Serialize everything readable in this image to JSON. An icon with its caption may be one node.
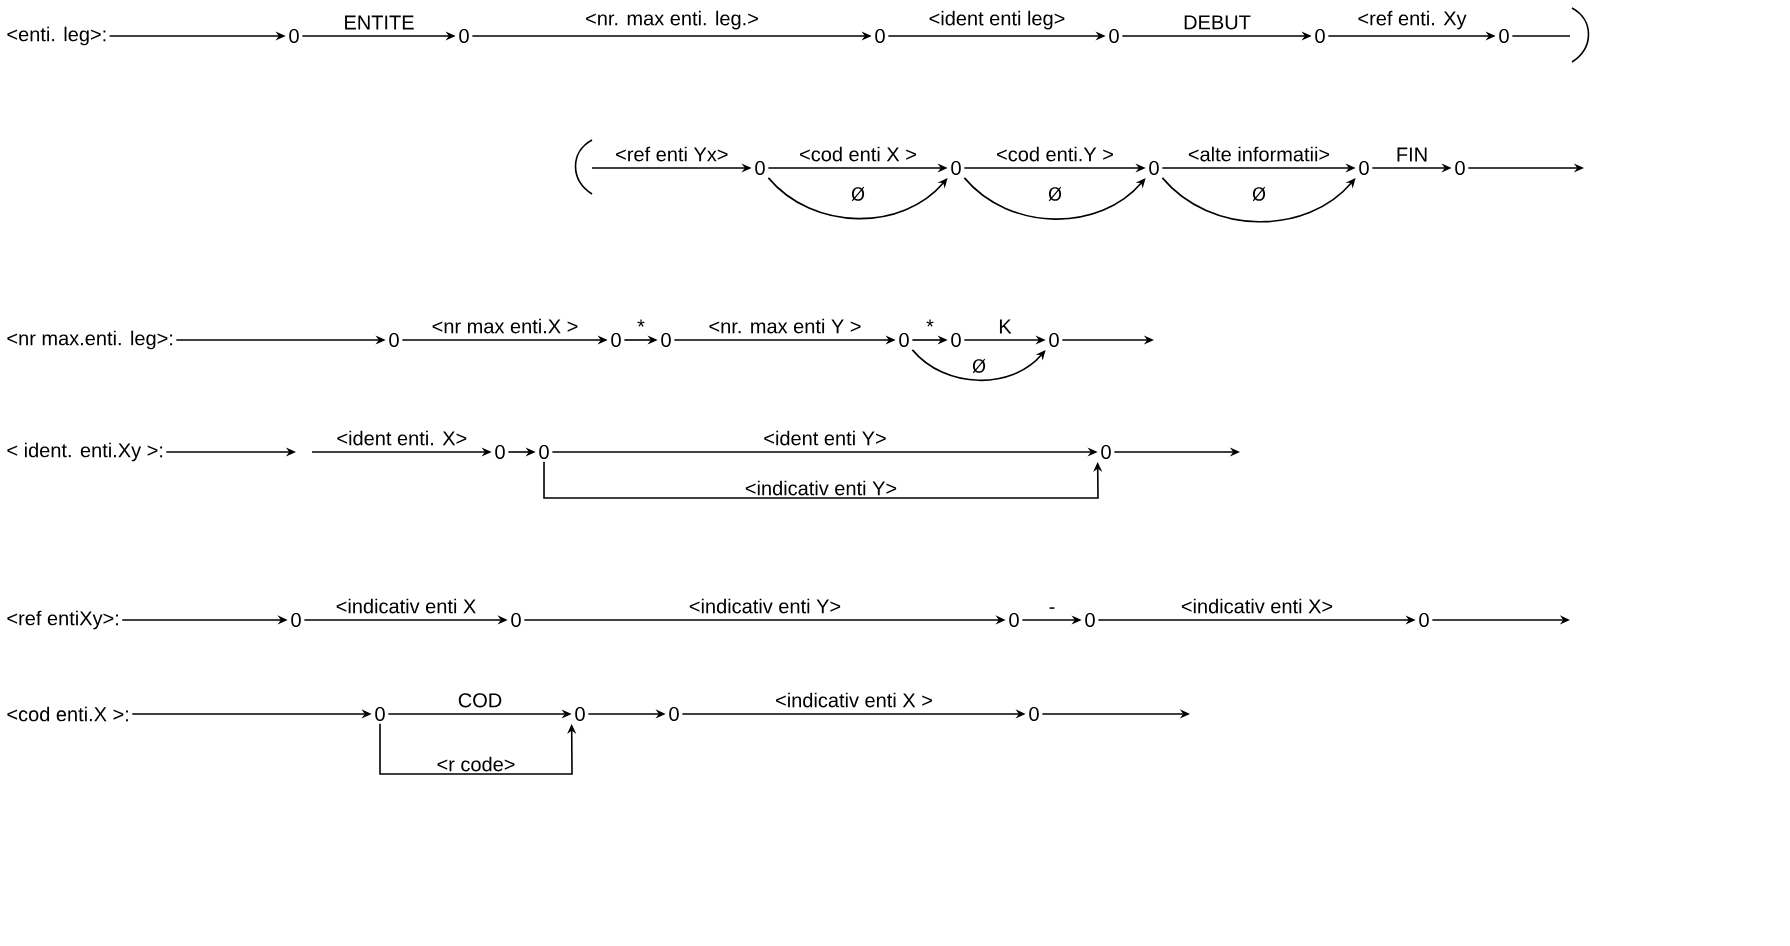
{
  "diagram": {
    "nodes": [
      {
        "text": [
          "<enti. leg>:"
        ]
      },
      {
        "text": [
          "0"
        ]
      },
      {
        "text": [
          "0"
        ]
      },
      {
        "text": [
          "0"
        ]
      },
      {
        "text": [
          "0"
        ]
      },
      {
        "text": [
          "0"
        ]
      },
      {
        "text": [
          "0"
        ]
      },
      {
        "text": [
          "0"
        ]
      },
      {
        "text": [
          "0"
        ]
      },
      {
        "text": [
          "0"
        ]
      },
      {
        "text": [
          "0"
        ]
      },
      {
        "text": [
          "0"
        ]
      },
      {
        "text": [
          "<nr max.enti. leg>:"
        ]
      },
      {
        "text": [
          "0"
        ]
      },
      {
        "text": [
          "0"
        ]
      },
      {
        "text": [
          "0"
        ]
      },
      {
        "text": [
          "0"
        ]
      },
      {
        "text": [
          "0"
        ]
      },
      {
        "text": [
          "0"
        ]
      },
      {
        "text": [
          "< ident. enti.Xy >:"
        ]
      },
      {
        "text": [
          "0"
        ]
      },
      {
        "text": [
          "0"
        ]
      },
      {
        "text": [
          "0"
        ]
      },
      {
        "text": [
          "<ref entiXy>:"
        ]
      },
      {
        "text": [
          "0"
        ]
      },
      {
        "text": [
          "0"
        ]
      },
      {
        "text": [
          "0"
        ]
      },
      {
        "text": [
          "0"
        ]
      },
      {
        "text": [
          "0"
        ]
      },
      {
        "text": [
          "<cod enti.X >:"
        ]
      },
      {
        "text": [
          "0"
        ]
      },
      {
        "text": [
          "0"
        ]
      },
      {
        "text": [
          "0"
        ]
      },
      {
        "text": [
          "0"
        ]
      }
    ],
    "edges": [
      {
        "from": 0,
        "to": 1,
        "arrow": "to"
      },
      {
        "from": 1,
        "to": 2,
        "arrow": "to",
        "label": "ENTITE"
      },
      {
        "from": 2,
        "to": 3,
        "arrow": "to",
        "label": "<nr. max enti. leg.>"
      },
      {
        "from": 3,
        "to": 4,
        "arrow": "to",
        "label": "<ident enti leg>"
      },
      {
        "from": 4,
        "to": 5,
        "arrow": "to",
        "label": "DEBUT"
      },
      {
        "from": 5,
        "to": 6,
        "arrow": "to",
        "label": "<ref enti. Xy"
      },
      {
        "from": 6,
        "to": null,
        "arrow": "none"
      },
      {
        "from": null,
        "to": 7,
        "arrow": "to",
        "label": "<ref enti Yx>"
      },
      {
        "from": 7,
        "to": 8,
        "arrow": "to",
        "label": "<cod enti X >"
      },
      {
        "from": 7,
        "to": 8,
        "arrow": "to",
        "label": "Ø"
      },
      {
        "from": 8,
        "to": 9,
        "arrow": "to",
        "label": "<cod enti.Y >"
      },
      {
        "from": 8,
        "to": 9,
        "arrow": "to",
        "label": "Ø"
      },
      {
        "from": 9,
        "to": 10,
        "arrow": "to",
        "label": "<alte informatii>"
      },
      {
        "from": 9,
        "to": 10,
        "arrow": "to",
        "label": "Ø"
      },
      {
        "from": 10,
        "to": 11,
        "arrow": "to",
        "label": "FIN"
      },
      {
        "from": 11,
        "to": null,
        "arrow": "to"
      },
      {
        "from": 12,
        "to": 13,
        "arrow": "to"
      },
      {
        "from": 13,
        "to": 14,
        "arrow": "to",
        "label": "<nr max enti.X >"
      },
      {
        "from": 14,
        "to": 15,
        "arrow": "to",
        "label": "*"
      },
      {
        "from": 15,
        "to": 16,
        "arrow": "to",
        "label": "<nr. max enti Y >"
      },
      {
        "from": 16,
        "to": 17,
        "arrow": "to",
        "label": "*"
      },
      {
        "from": 17,
        "to": 18,
        "arrow": "to",
        "label": "K"
      },
      {
        "from": 16,
        "to": 18,
        "arrow": "to",
        "label": "Ø"
      },
      {
        "from": 18,
        "to": null,
        "arrow": "to"
      },
      {
        "from": 19,
        "to": null,
        "arrow": "to"
      },
      {
        "from": null,
        "to": 20,
        "arrow": "to",
        "label": "<ident enti. X>"
      },
      {
        "from": 20,
        "to": 21,
        "arrow": "to"
      },
      {
        "from": 21,
        "to": 22,
        "arrow": "to",
        "label": "<ident enti Y>"
      },
      {
        "from": 21,
        "to": 22,
        "arrow": "to",
        "label": "<indicativ enti Y>"
      },
      {
        "from": 22,
        "to": null,
        "arrow": "to"
      },
      {
        "from": 23,
        "to": 24,
        "arrow": "to"
      },
      {
        "from": 24,
        "to": 25,
        "arrow": "to",
        "label": "<indicativ enti X"
      },
      {
        "from": 25,
        "to": 26,
        "arrow": "to",
        "label": "<indicativ enti Y>"
      },
      {
        "from": 26,
        "to": 27,
        "arrow": "to",
        "label": "-"
      },
      {
        "from": 27,
        "to": 28,
        "arrow": "to",
        "label": "<indicativ enti X>"
      },
      {
        "from": 28,
        "to": null,
        "arrow": "to"
      },
      {
        "from": 29,
        "to": 30,
        "arrow": "to"
      },
      {
        "from": 30,
        "to": 31,
        "arrow": "to",
        "label": "COD"
      },
      {
        "from": 30,
        "to": 31,
        "arrow": "to",
        "label": "<r code>"
      },
      {
        "from": 31,
        "to": 32,
        "arrow": "to"
      },
      {
        "from": 32,
        "to": 33,
        "arrow": "to",
        "label": "<indicativ enti X >"
      },
      {
        "from": 33,
        "to": null,
        "arrow": "to"
      }
    ]
  }
}
